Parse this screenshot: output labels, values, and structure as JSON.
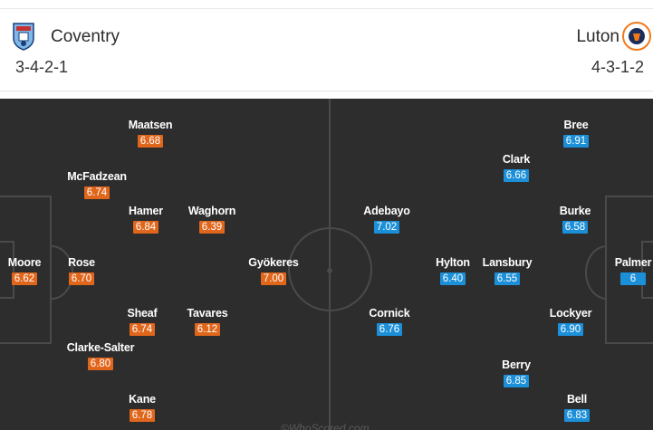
{
  "header": {
    "home": {
      "name": "Coventry",
      "formation": "3-4-2-1"
    },
    "away": {
      "name": "Luton",
      "formation": "4-3-1-2"
    }
  },
  "colors": {
    "home_rating": "#e0661c",
    "away_rating": "#1b8fd8",
    "pitch": "#2d2d2d"
  },
  "home_players": [
    {
      "name": "Maatsen",
      "rating": "6.68"
    },
    {
      "name": "McFadzean",
      "rating": "6.74"
    },
    {
      "name": "Hamer",
      "rating": "6.84"
    },
    {
      "name": "Waghorn",
      "rating": "6.39"
    },
    {
      "name": "Moore",
      "rating": "6.62"
    },
    {
      "name": "Rose",
      "rating": "6.70"
    },
    {
      "name": "Gyökeres",
      "rating": "7.00"
    },
    {
      "name": "Sheaf",
      "rating": "6.74"
    },
    {
      "name": "Tavares",
      "rating": "6.12"
    },
    {
      "name": "Clarke-Salter",
      "rating": "6.80"
    },
    {
      "name": "Kane",
      "rating": "6.78"
    }
  ],
  "away_players": [
    {
      "name": "Bree",
      "rating": "6.91"
    },
    {
      "name": "Clark",
      "rating": "6.66"
    },
    {
      "name": "Adebayo",
      "rating": "7.02"
    },
    {
      "name": "Burke",
      "rating": "6.58"
    },
    {
      "name": "Hylton",
      "rating": "6.40"
    },
    {
      "name": "Lansbury",
      "rating": "6.55"
    },
    {
      "name": "Palmer",
      "rating": "6"
    },
    {
      "name": "Cornick",
      "rating": "6.76"
    },
    {
      "name": "Lockyer",
      "rating": "6.90"
    },
    {
      "name": "Berry",
      "rating": "6.85"
    },
    {
      "name": "Bell",
      "rating": "6.83"
    }
  ],
  "watermark": "©WhoScored.com"
}
